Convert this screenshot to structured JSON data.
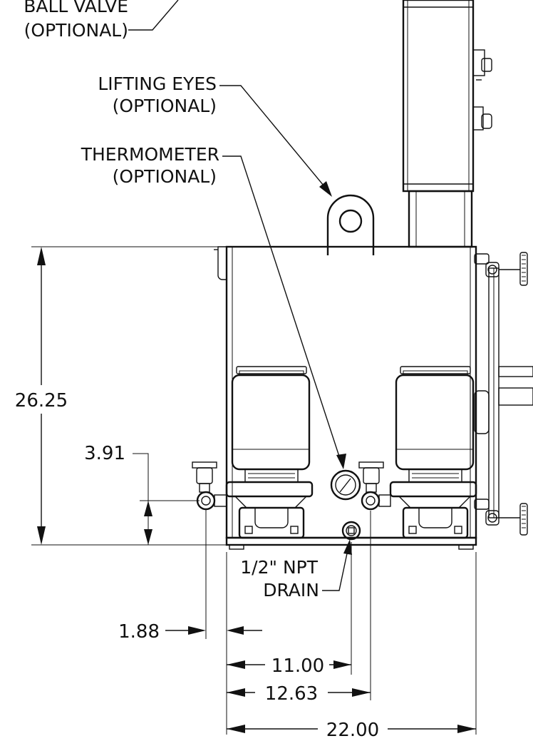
{
  "callouts": {
    "ball_valve": [
      "BALL VALVE",
      "(OPTIONAL)"
    ],
    "lifting_eyes": [
      "LIFTING EYES",
      "(OPTIONAL)"
    ],
    "thermometer": [
      "THERMOMETER",
      "(OPTIONAL)"
    ],
    "drain": [
      "1/2\" NPT",
      "DRAIN"
    ]
  },
  "dimensions": {
    "height_overall": "26.25",
    "inlet_height": "3.91",
    "inlet_offset": "1.88",
    "drain_position": "11.00",
    "thermometer_position": "12.63",
    "width_overall": "22.00"
  }
}
